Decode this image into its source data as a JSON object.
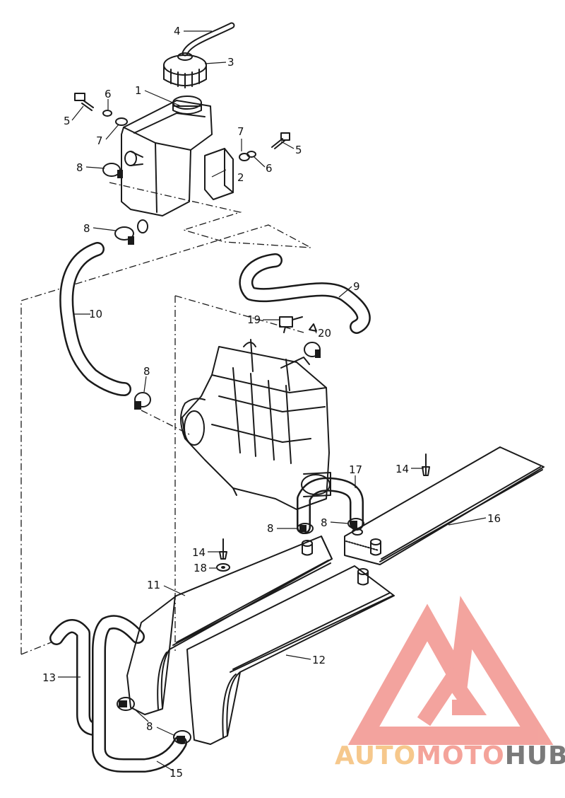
{
  "callouts": [
    {
      "n": "1"
    },
    {
      "n": "2"
    },
    {
      "n": "3"
    },
    {
      "n": "4"
    },
    {
      "n": "5"
    },
    {
      "n": "5"
    },
    {
      "n": "6"
    },
    {
      "n": "6"
    },
    {
      "n": "7"
    },
    {
      "n": "7"
    },
    {
      "n": "8"
    },
    {
      "n": "8"
    },
    {
      "n": "8"
    },
    {
      "n": "8"
    },
    {
      "n": "8"
    },
    {
      "n": "8"
    },
    {
      "n": "9"
    },
    {
      "n": "10"
    },
    {
      "n": "11"
    },
    {
      "n": "12"
    },
    {
      "n": "13"
    },
    {
      "n": "14"
    },
    {
      "n": "14"
    },
    {
      "n": "15"
    },
    {
      "n": "16"
    },
    {
      "n": "17"
    },
    {
      "n": "18"
    },
    {
      "n": "19"
    },
    {
      "n": "20"
    }
  ],
  "watermark": {
    "auto": "AUTO",
    "moto": "MOTO",
    "hub": "HUB",
    "colors": {
      "auto": "#f6c88c",
      "moto": "#f4a39a",
      "hub": "#7a7a7a",
      "logo": "#f29a94"
    }
  }
}
